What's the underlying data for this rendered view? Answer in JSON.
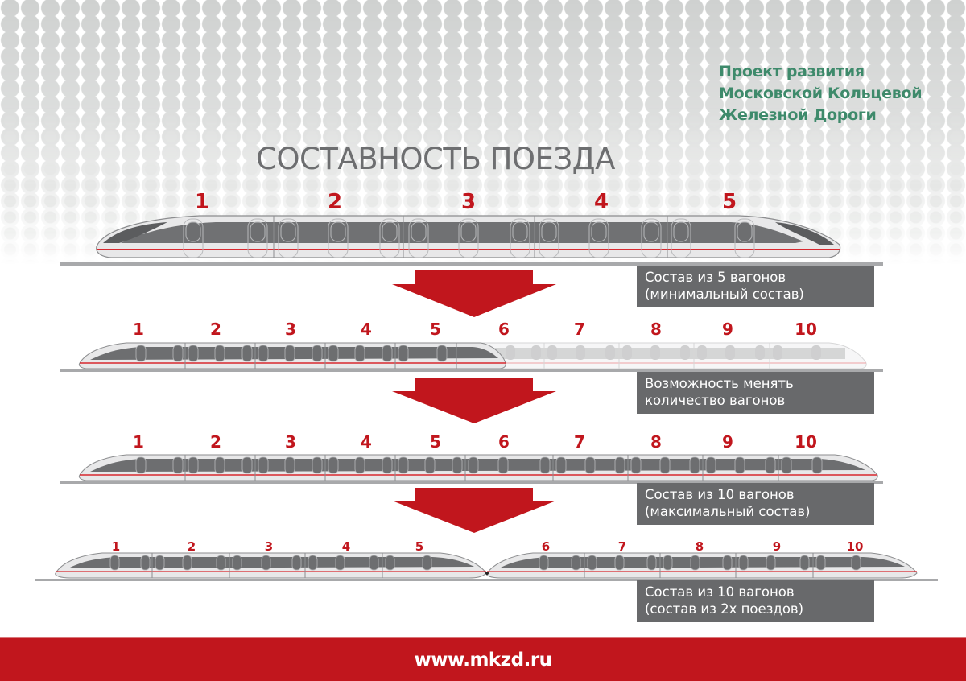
{
  "header": {
    "project_lines": [
      "Проект развития",
      "Московской Кольцевой",
      "Железной Дороги"
    ],
    "title": "СОСТАВНОСТЬ ПОЕЗДА"
  },
  "colors": {
    "accent_red": "#c1161d",
    "caption_gray": "#68696b",
    "title_gray": "#6d6e70",
    "project_green": "#3e8a6b",
    "train_body": "#e8e8e9",
    "train_window_band": "#6d6e70",
    "rail": "#a8a9ab"
  },
  "stages": [
    {
      "id": "stage-5-cars",
      "car_numbers": [
        "1",
        "2",
        "3",
        "4",
        "5"
      ],
      "caption_lines": [
        "Состав из 5 вагонов",
        "(минимальный состав)"
      ]
    },
    {
      "id": "stage-variable",
      "car_numbers": [
        "1",
        "2",
        "3",
        "4",
        "5",
        "6",
        "7",
        "8",
        "9",
        "10"
      ],
      "faded_from_car": 6,
      "caption_lines": [
        "Возможность менять",
        "количество вагонов"
      ]
    },
    {
      "id": "stage-10-cars",
      "car_numbers": [
        "1",
        "2",
        "3",
        "4",
        "5",
        "6",
        "7",
        "8",
        "9",
        "10"
      ],
      "caption_lines": [
        "Состав из 10 вагонов",
        "(максимальный состав)"
      ]
    },
    {
      "id": "stage-2x5-cars",
      "car_numbers": [
        "1",
        "2",
        "3",
        "4",
        "5",
        "6",
        "7",
        "8",
        "9",
        "10"
      ],
      "caption_lines": [
        "Состав из 10 вагонов",
        "(состав из 2х поездов)"
      ]
    }
  ],
  "arrows": [
    {
      "icon": "down-arrow-icon"
    },
    {
      "icon": "down-arrow-icon"
    },
    {
      "icon": "down-arrow-icon"
    }
  ],
  "footer": {
    "url": "www.mkzd.ru"
  }
}
